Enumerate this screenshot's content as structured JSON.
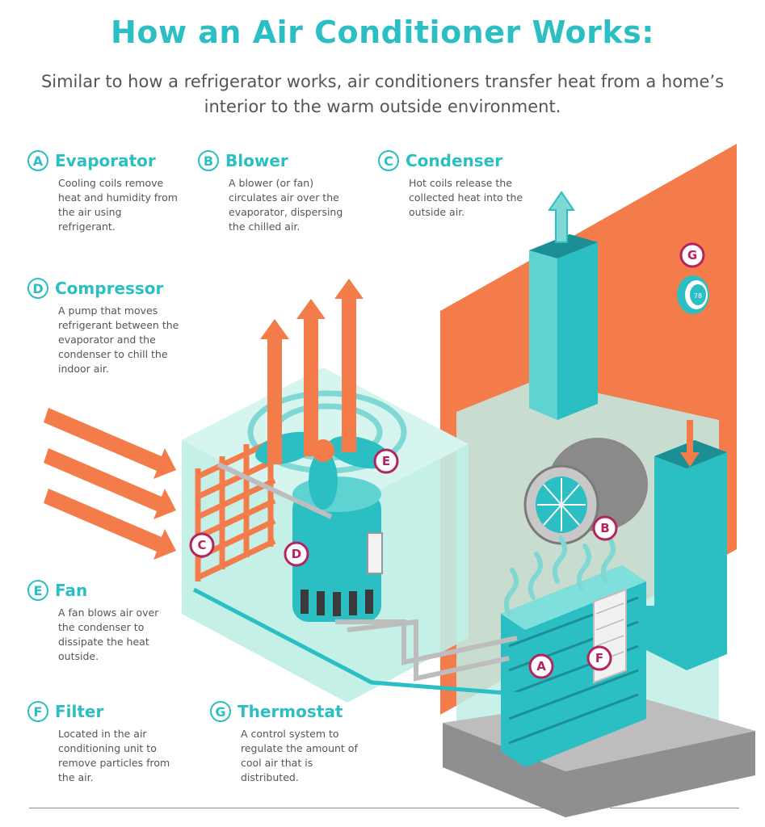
{
  "title": "How an Air Conditioner Works:",
  "subtitle": "Similar to how a refrigerator works, air conditioners transfer heat from a home’s interior to the warm outside environment.",
  "components": {
    "a": {
      "letter": "A",
      "name": "Evaporator",
      "desc": "Cooling coils remove heat and humidity from the air using refrigerant."
    },
    "b": {
      "letter": "B",
      "name": "Blower",
      "desc": "A blower (or fan) circulates air over the evaporator, dispersing the chilled air."
    },
    "c": {
      "letter": "C",
      "name": "Condenser",
      "desc": "Hot coils release the collected heat into the outside air."
    },
    "d": {
      "letter": "D",
      "name": "Compressor",
      "desc": "A pump that moves refrigerant between the evaporator and the condenser to chill the indoor air."
    },
    "e": {
      "letter": "E",
      "name": "Fan",
      "desc": "A fan blows air over the condenser to dissipate the heat outside."
    },
    "f": {
      "letter": "F",
      "name": "Filter",
      "desc": "Located in the air conditioning unit to remove particles from the air."
    },
    "g": {
      "letter": "G",
      "name": "Thermostat",
      "desc": "A control system to regulate the amount of cool air that is distributed."
    }
  },
  "thermostat_reading": "78",
  "colors": {
    "teal": "#2bbfc4",
    "orange": "#f47c4a",
    "mint": "#bfeee6",
    "dark_teal": "#1c8f94",
    "magenta": "#b5245e",
    "gray": "#9a9a9a"
  }
}
